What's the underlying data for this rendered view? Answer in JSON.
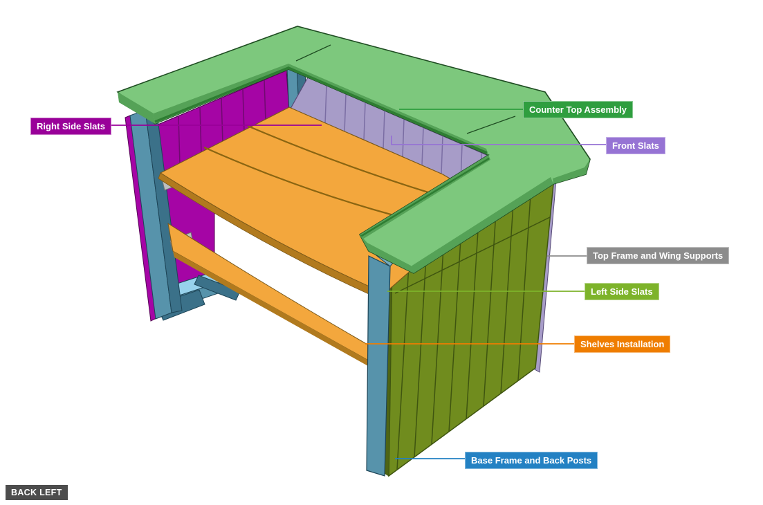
{
  "diagram_title": "Outdoor bar assembly exploded-color diagram",
  "view_label": "BACK LEFT",
  "labels": [
    {
      "id": "right-side-slats",
      "text": "Right Side Slats",
      "color": "#990099"
    },
    {
      "id": "counter-top-assembly",
      "text": "Counter Top Assembly",
      "color": "#2f9e3f"
    },
    {
      "id": "front-slats",
      "text": "Front Slats",
      "color": "#9673d4"
    },
    {
      "id": "top-frame-wing-supports",
      "text": "Top Frame and Wing Supports",
      "color": "#8c8c8c"
    },
    {
      "id": "left-side-slats",
      "text": "Left Side Slats",
      "color": "#7db32a"
    },
    {
      "id": "shelves-installation",
      "text": "Shelves Installation",
      "color": "#ef7d00"
    },
    {
      "id": "base-frame-back-posts",
      "text": "Base Frame and Back Posts",
      "color": "#2381c3"
    }
  ],
  "view_badge_color": "#4d4d4d",
  "palette": {
    "counterTop": "#7dc87d",
    "counterEdge": "#55a257",
    "counterTrim": "#2e7d32",
    "counterStroke": "#1f4d22",
    "rightSlats": "#a505a5",
    "rightSlatsLine": "#700a70",
    "rightSlatsStroke": "#550355",
    "frontSlats": "#a79cc8",
    "frontSlatsLine": "#7a6da3",
    "frontSlatsStroke": "#564a77",
    "leftSlats": "#708c1e",
    "leftSlatsLine": "#3f5510",
    "leftSlatsEdge": "#4e6414",
    "shelf": "#f3a73d",
    "shelfEdge": "#b17a1e",
    "shelfLine": "#8a6512",
    "shelfStroke": "#7a591a",
    "post": "#5793ab",
    "postDark": "#3b7189",
    "postTop": "#74aabf",
    "postLight": "#97d2ec",
    "tealStroke": "#1d4456",
    "bracket": "#bcbfbf",
    "bracketStroke": "#6e7272"
  }
}
